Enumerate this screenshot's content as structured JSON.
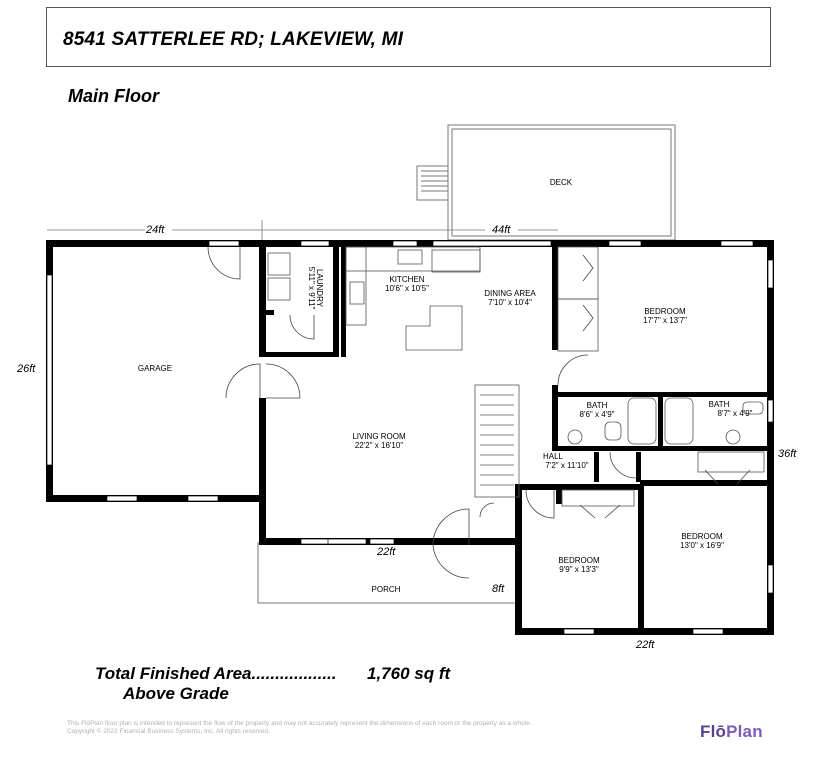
{
  "address": "8541 SATTERLEE RD;  LAKEVIEW, MI",
  "floor_name": "Main Floor",
  "rooms": {
    "deck": {
      "name": "DECK"
    },
    "garage": {
      "name": "GARAGE"
    },
    "laundry": {
      "name": "LAUNDRY",
      "dims": "5'11\" x 9'11\""
    },
    "kitchen": {
      "name": "KITCHEN",
      "dims": "10'6\" x 10'5\""
    },
    "dining": {
      "name": "DINING AREA",
      "dims": "7'10\" x 10'4\""
    },
    "bedroom1": {
      "name": "BEDROOM",
      "dims": "17'7\" x 13'7\""
    },
    "bath1": {
      "name": "BATH",
      "dims": "8'6\" x 4'9\""
    },
    "bath2": {
      "name": "BATH",
      "dims": "8'7\" x 4'9\""
    },
    "living": {
      "name": "LIVING ROOM",
      "dims": "22'2\" x 16'10\""
    },
    "hall": {
      "name": "HALL",
      "dims": "7'2\" x 11'10\""
    },
    "bedroom2": {
      "name": "BEDROOM",
      "dims": "13'0\" x 16'9\""
    },
    "bedroom3": {
      "name": "BEDROOM",
      "dims": "9'9\" x 13'3\""
    },
    "porch": {
      "name": "PORCH"
    }
  },
  "dimensions": {
    "top_left": "24ft",
    "top_right": "44ft",
    "left": "26ft",
    "right": "36ft",
    "porch_top": "22ft",
    "porch_side": "8ft",
    "bottom": "22ft"
  },
  "totals": {
    "label": "Total Finished Area..................",
    "value": "1,760 sq ft",
    "grade": "Above Grade"
  },
  "disclaimer": {
    "line1": "This FlōPlan floor plan is intended to represent the flow of the property and may not accurately represent the dimensions of each room or the property as a whole.",
    "line2": "Copyright © 2022 Financial Business Systems, Inc. All rights reserved."
  },
  "logo": {
    "part1": "Flō",
    "part2": "Plan"
  }
}
